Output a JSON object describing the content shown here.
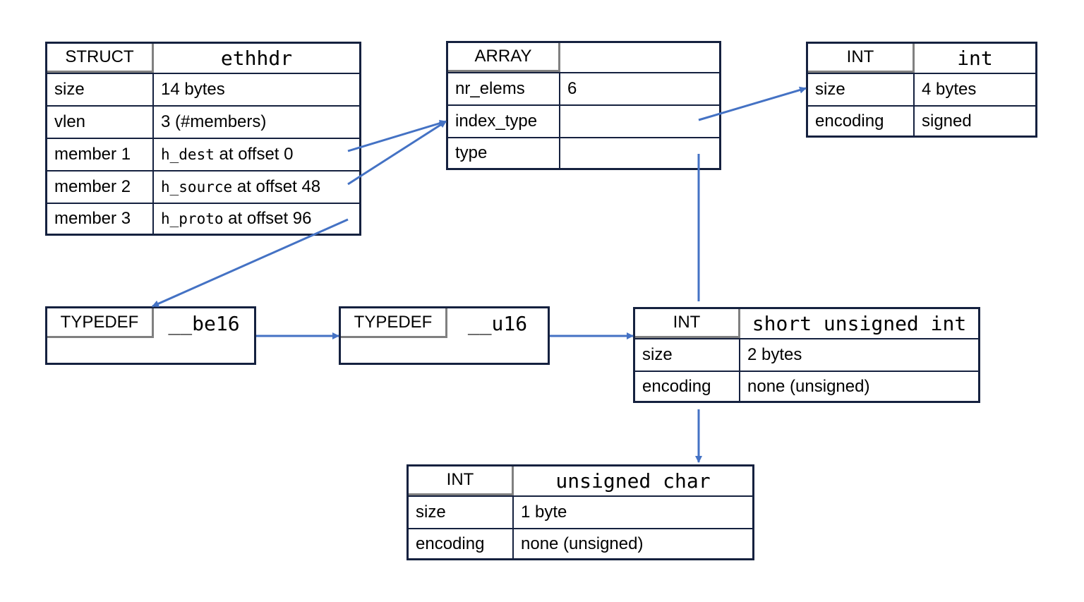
{
  "arrow_color": "#4472c4",
  "border_color": "#15213f",
  "struct_ethhdr": {
    "kind": "STRUCT",
    "name": "ethhdr",
    "rows": [
      {
        "key": "size",
        "val": "14 bytes"
      },
      {
        "key": "vlen",
        "val": "3 (#members)"
      }
    ],
    "members": [
      {
        "key": "member 1",
        "field": "h_dest",
        "rest": " at offset 0"
      },
      {
        "key": "member 2",
        "field": "h_source",
        "rest": " at offset 48"
      },
      {
        "key": "member 3",
        "field": "h_proto",
        "rest": " at offset 96"
      }
    ]
  },
  "array": {
    "kind": "ARRAY",
    "name": "",
    "rows": [
      {
        "key": "nr_elems",
        "val": "6"
      },
      {
        "key": "index_type",
        "val": ""
      },
      {
        "key": "type",
        "val": ""
      }
    ]
  },
  "int_int": {
    "kind": "INT",
    "name": "int",
    "rows": [
      {
        "key": "size",
        "val": "4 bytes"
      },
      {
        "key": "encoding",
        "val": "signed"
      }
    ]
  },
  "typedef_be16": {
    "kind": "TYPEDEF",
    "name": "__be16"
  },
  "typedef_u16": {
    "kind": "TYPEDEF",
    "name": "__u16"
  },
  "int_short": {
    "kind": "INT",
    "name": "short unsigned int",
    "rows": [
      {
        "key": "size",
        "val": "2 bytes"
      },
      {
        "key": "encoding",
        "val": "none (unsigned)"
      }
    ]
  },
  "int_uchar": {
    "kind": "INT",
    "name": "unsigned char",
    "rows": [
      {
        "key": "size",
        "val": "1 byte"
      },
      {
        "key": "encoding",
        "val": "none (unsigned)"
      }
    ]
  }
}
